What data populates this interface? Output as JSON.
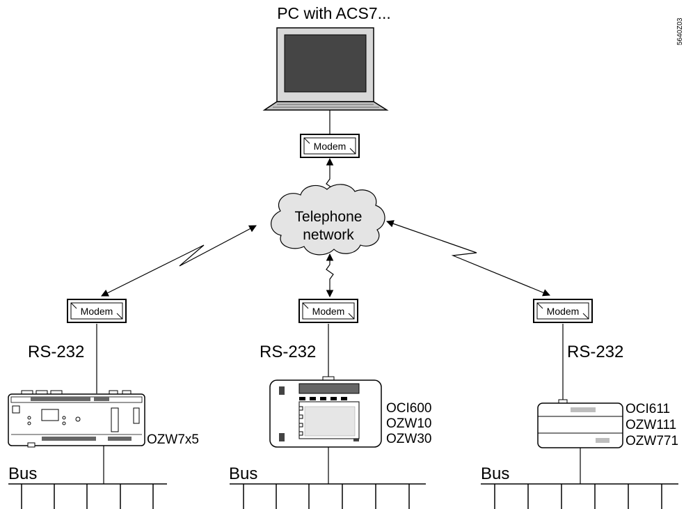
{
  "doc_id": "5640Z03",
  "pc": {
    "label": "PC with ACS7..."
  },
  "modem_label": "Modem",
  "cloud": {
    "line1": "Telephone",
    "line2": "network"
  },
  "interface_label": "RS-232",
  "bus_label": "Bus",
  "devices": {
    "left": [
      "OZW7x5"
    ],
    "center": [
      "OCI600",
      "OZW10",
      "OZW30"
    ],
    "right": [
      "OCI611",
      "OZW111",
      "OZW771"
    ]
  }
}
